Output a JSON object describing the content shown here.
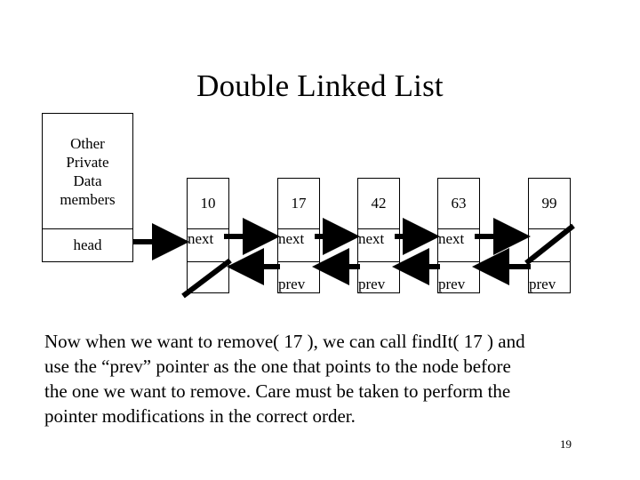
{
  "slide": {
    "title": "Double Linked List",
    "page_number": "19"
  },
  "head_box": {
    "private_lines": [
      "Other",
      "Private",
      "Data",
      "members"
    ],
    "pointer_label": "head"
  },
  "diagram": {
    "next_label": "next",
    "prev_label": "prev",
    "nodes": [
      {
        "value": "10",
        "next": "next",
        "prev": "",
        "prev_is_null": true,
        "next_is_null": false
      },
      {
        "value": "17",
        "next": "next",
        "prev": "prev",
        "prev_is_null": false,
        "next_is_null": false
      },
      {
        "value": "42",
        "next": "next",
        "prev": "prev",
        "prev_is_null": false,
        "next_is_null": false
      },
      {
        "value": "63",
        "next": "next",
        "prev": "prev",
        "prev_is_null": false,
        "next_is_null": false
      },
      {
        "value": "99",
        "next": "",
        "prev": "prev",
        "prev_is_null": false,
        "next_is_null": true
      }
    ]
  },
  "body": {
    "lines": [
      "Now when we want to remove( 17 ), we can call findIt( 17 ) and",
      "use the “prev” pointer as the one that points to the node before",
      "the one we want to remove.  Care must be taken to perform the",
      "pointer modifications in the correct order."
    ]
  },
  "colors": {
    "background": "#ffffff",
    "ink": "#000000",
    "stroke": "#000000"
  }
}
